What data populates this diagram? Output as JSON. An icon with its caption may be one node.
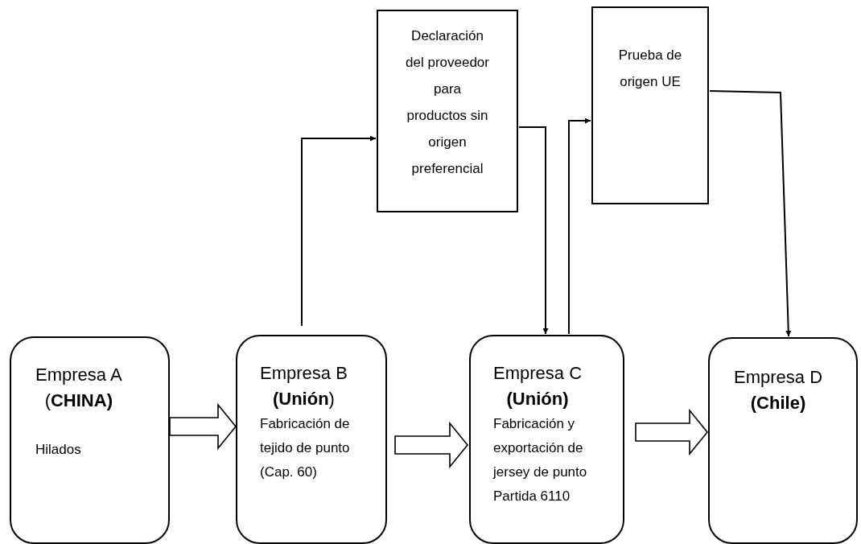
{
  "diagram": {
    "nodes": [
      {
        "text": [
          "Empresa A",
          "(**CHINA)**",
          "Hilados"
        ]
      },
      {
        "text": [
          "Empresa B",
          "**(Unión**)",
          "Fabricación de tejido de punto (Cap. 60)"
        ]
      },
      {
        "text": [
          "Empresa C",
          "**(Unión)**",
          "Fabricación y exportación de jersey de punto Partida 6110"
        ]
      },
      {
        "text": [
          "Empresa D",
          "**(Chile)**"
        ]
      },
      {
        "text": [
          "Declaración del proveedor para productos sin origen preferencial"
        ]
      },
      {
        "text": [
          "Prueba de origen UE"
        ]
      }
    ],
    "edges": [
      {
        "from": 0,
        "to": 1,
        "arrow": "to",
        "style": "thick"
      },
      {
        "from": 1,
        "to": 2,
        "arrow": "to",
        "style": "thick"
      },
      {
        "from": 2,
        "to": 3,
        "arrow": "to",
        "style": "thick"
      },
      {
        "from": 1,
        "to": 4,
        "arrow": "to"
      },
      {
        "from": 4,
        "to": 2,
        "arrow": "to"
      },
      {
        "from": 2,
        "to": 5,
        "arrow": "to"
      },
      {
        "from": 5,
        "to": 3,
        "arrow": "to"
      }
    ]
  }
}
